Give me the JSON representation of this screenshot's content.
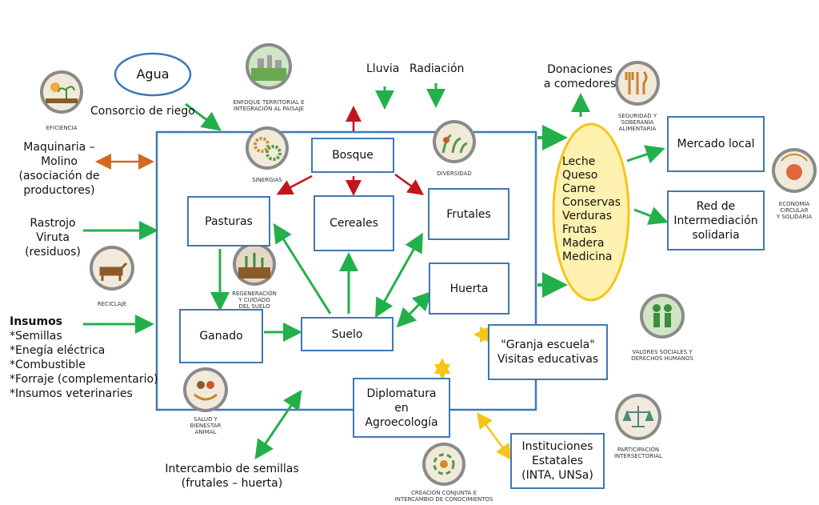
{
  "labels": {
    "agua": "Agua",
    "consorcio": "Consorcio de riego",
    "lluvia": "Lluvia",
    "radiacion": "Radiación",
    "donaciones": "Donaciones\na comedores",
    "maquinaria": "Maquinaria –\nMolino\n(asociación de\nproductores)",
    "rastrojo": "Rastrojo\nViruta\n(residuos)",
    "insumos_title": "Insumos",
    "insumos_items": "*Semillas\n*Enegía eléctrica\n*Combustible\n*Forraje (complementario)\n*Insumos veterinaries",
    "intercambio": "Intercambio de semillas\n(frutales – huerta)"
  },
  "boxes": {
    "bosque": "Bosque",
    "pasturas": "Pasturas",
    "cereales": "Cereales",
    "frutales": "Frutales",
    "huerta": "Huerta",
    "ganado": "Ganado",
    "suelo": "Suelo",
    "diplomatura": "Diplomatura\nen\nAgroecología",
    "granja": "\"Granja escuela\"\nVisitas educativas",
    "mercado": "Mercado local",
    "red": "Red de\nIntermediación\nsolidaria",
    "instituciones": "Instituciones\nEstatales\n(INTA, UNSa)"
  },
  "products": "Leche\nQueso\nCarne\nConservas\nVerduras\nFrutas\nMadera\nMedicina",
  "icons": {
    "eficiencia": "EFICIENCIA",
    "enfoque": "ENFOQUE TERRITORIAL E\nINTEGRACIÓN AL PAISAJE",
    "sinergias": "SINERGIAS",
    "diversidad": "DIVERSIDAD",
    "seguridad": "SEGURIDAD Y\nSOBERANÍA\nALIMENTARIA",
    "reciclaje": "RECICLAJE",
    "regeneracion": "REGENERACIÓN\nY CUIDADO\nDEL SUELO",
    "salud": "SALUD Y\nBIENESTAR\nANIMAL",
    "economia": "ECONOMÍA\nCIRCULAR\nY SOLIDARIA",
    "valores": "VALORES SOCIALES Y\nDERECHOS HUMANOS",
    "participacion": "PARTICIPACIÓN\nINTERSECTORIAL",
    "creacion": "CREACIÓN CONJUNTA E\nINTERCAMBIO DE CONOCIMIENTOS"
  },
  "colors": {
    "frame": "#3f78b5",
    "green": "#22b04b",
    "red": "#c0161e",
    "orange": "#d36a1f",
    "yellow": "#f5c518",
    "oval": "#fff2b0"
  }
}
